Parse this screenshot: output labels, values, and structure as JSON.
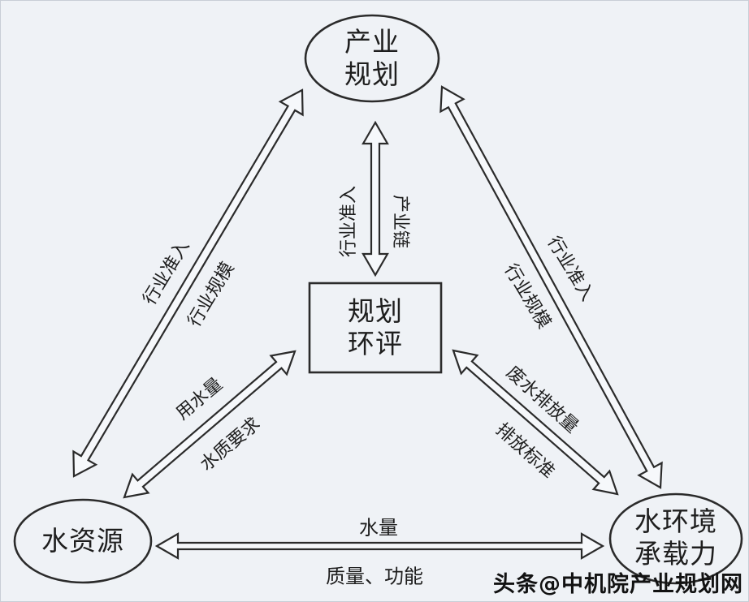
{
  "diagram": {
    "nodes": {
      "industry_planning": {
        "lines": [
          "产业",
          "规划"
        ]
      },
      "planning_eia": {
        "lines": [
          "规划",
          "环评"
        ]
      },
      "water_resources": {
        "lines": [
          "水资源"
        ]
      },
      "water_env_capacity": {
        "lines": [
          "水环境",
          "承载力"
        ]
      }
    },
    "edge_labels": {
      "top_center_left": "行业准入",
      "top_center_right": "产业链",
      "left_diag_outer": "行业准入",
      "left_diag_inner": "行业规模",
      "right_diag_outer": "行业准入",
      "right_diag_inner": "行业规模",
      "center_left_upper": "用水量",
      "center_left_lower": "水质要求",
      "center_right_upper": "废水排放量",
      "center_right_lower": "排放标准",
      "bottom_above": "水量",
      "bottom_below": "质量、功能"
    },
    "watermark": "头条@中机院产业规划网",
    "colors": {
      "background": "#eff2f6",
      "stroke": "#2b2b2b",
      "text": "#1e1e1e"
    }
  }
}
